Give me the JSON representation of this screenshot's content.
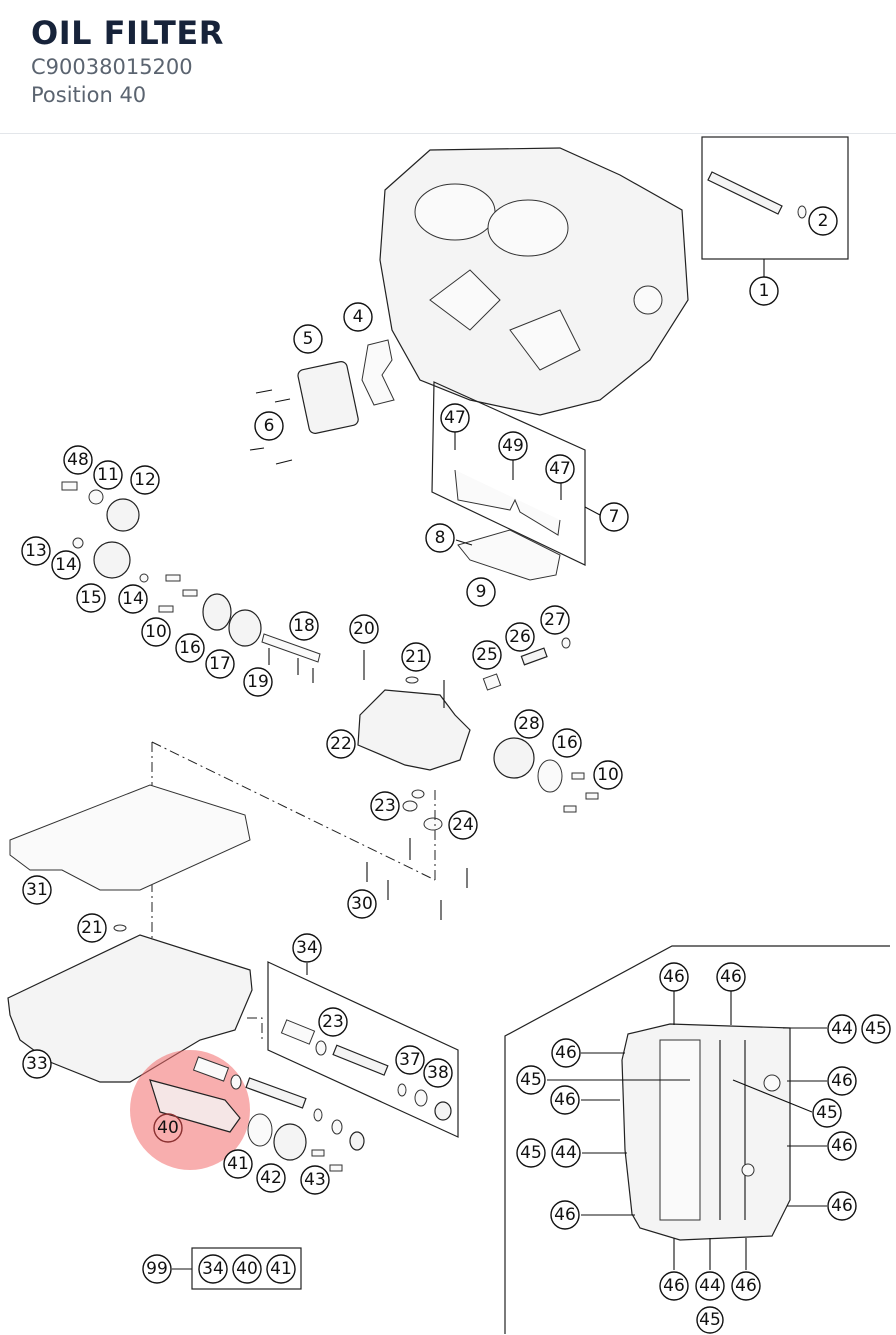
{
  "header": {
    "title": "OIL FILTER",
    "part_number": "C90038015200",
    "position": "Position 40"
  },
  "highlight": {
    "color": "#f26b6b",
    "callout": "40"
  },
  "callouts": {
    "c1": "1",
    "c2": "2",
    "c4": "4",
    "c5": "5",
    "c6": "6",
    "c7": "7",
    "c8": "8",
    "c9": "9",
    "c10a": "10",
    "c10b": "10",
    "c11": "11",
    "c12": "12",
    "c13": "13",
    "c14a": "14",
    "c14b": "14",
    "c15": "15",
    "c16a": "16",
    "c16b": "16",
    "c17": "17",
    "c18": "18",
    "c19": "19",
    "c20": "20",
    "c21a": "21",
    "c21b": "21",
    "c22": "22",
    "c23a": "23",
    "c23b": "23",
    "c24": "24",
    "c25": "25",
    "c26": "26",
    "c27": "27",
    "c28": "28",
    "c30": "30",
    "c31": "31",
    "c33": "33",
    "c34": "34",
    "c37": "37",
    "c38": "38",
    "c40": "40",
    "c41": "41",
    "c42": "42",
    "c43": "43",
    "c47a": "47",
    "c47b": "47",
    "c48": "48",
    "c49": "49",
    "c99": "99",
    "k34": "34",
    "k40": "40",
    "k41": "41",
    "d46a": "46",
    "d46b": "46",
    "d44a": "44",
    "d45a": "45",
    "d46c": "46",
    "d45b": "45",
    "d46d": "46",
    "d46e": "46",
    "d45c": "45",
    "d45d": "45",
    "d44b": "44",
    "d46f": "46",
    "d46g": "46",
    "d46h": "46",
    "d46i": "46",
    "d44c": "44",
    "d46j": "46",
    "d45e": "45"
  }
}
